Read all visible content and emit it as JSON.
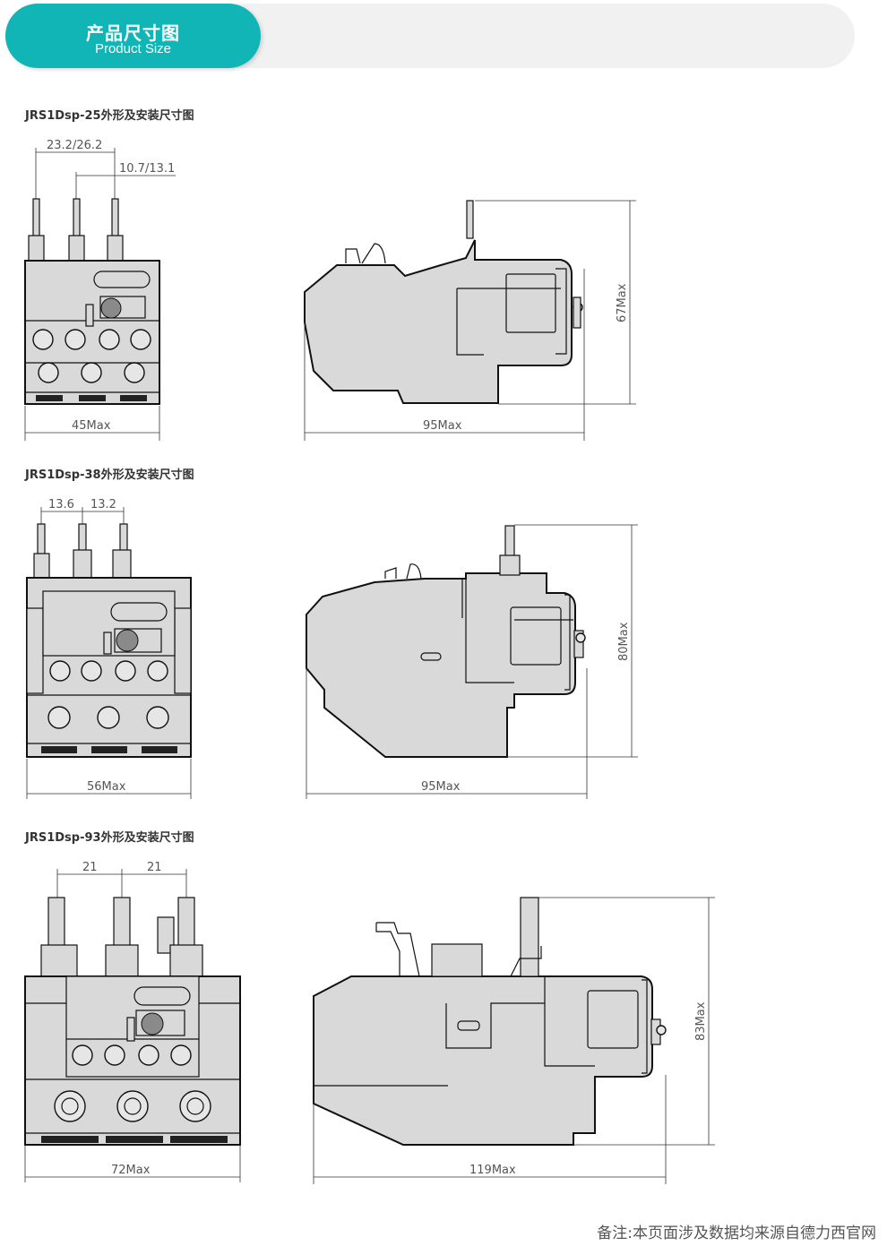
{
  "header": {
    "title_cn": "产品尺寸图",
    "title_en": "Product Size"
  },
  "sections": [
    {
      "title": "JRS1Dsp-25外形及安装尺寸图",
      "front": {
        "top_dim_1": "23.2/26.2",
        "top_dim_2": "10.7/13.1",
        "width_dim": "45Max"
      },
      "side": {
        "width_dim": "95Max",
        "height_dim": "67Max"
      }
    },
    {
      "title": "JRS1Dsp-38外形及安装尺寸图",
      "front": {
        "top_dim_1": "13.6",
        "top_dim_2": "13.2",
        "width_dim": "56Max"
      },
      "side": {
        "width_dim": "95Max",
        "height_dim": "80Max"
      }
    },
    {
      "title": "JRS1Dsp-93外形及安装尺寸图",
      "front": {
        "top_dim_1": "21",
        "top_dim_2": "21",
        "width_dim": "72Max"
      },
      "side": {
        "width_dim": "119Max",
        "height_dim": "83Max"
      }
    }
  ],
  "footer": {
    "note": "备注:本页面涉及数据均来源自德力西官网"
  },
  "colors": {
    "accent": "#12b5b5",
    "header_bg": "#f1f1f1",
    "drawing_fill": "#d9d9d9"
  }
}
